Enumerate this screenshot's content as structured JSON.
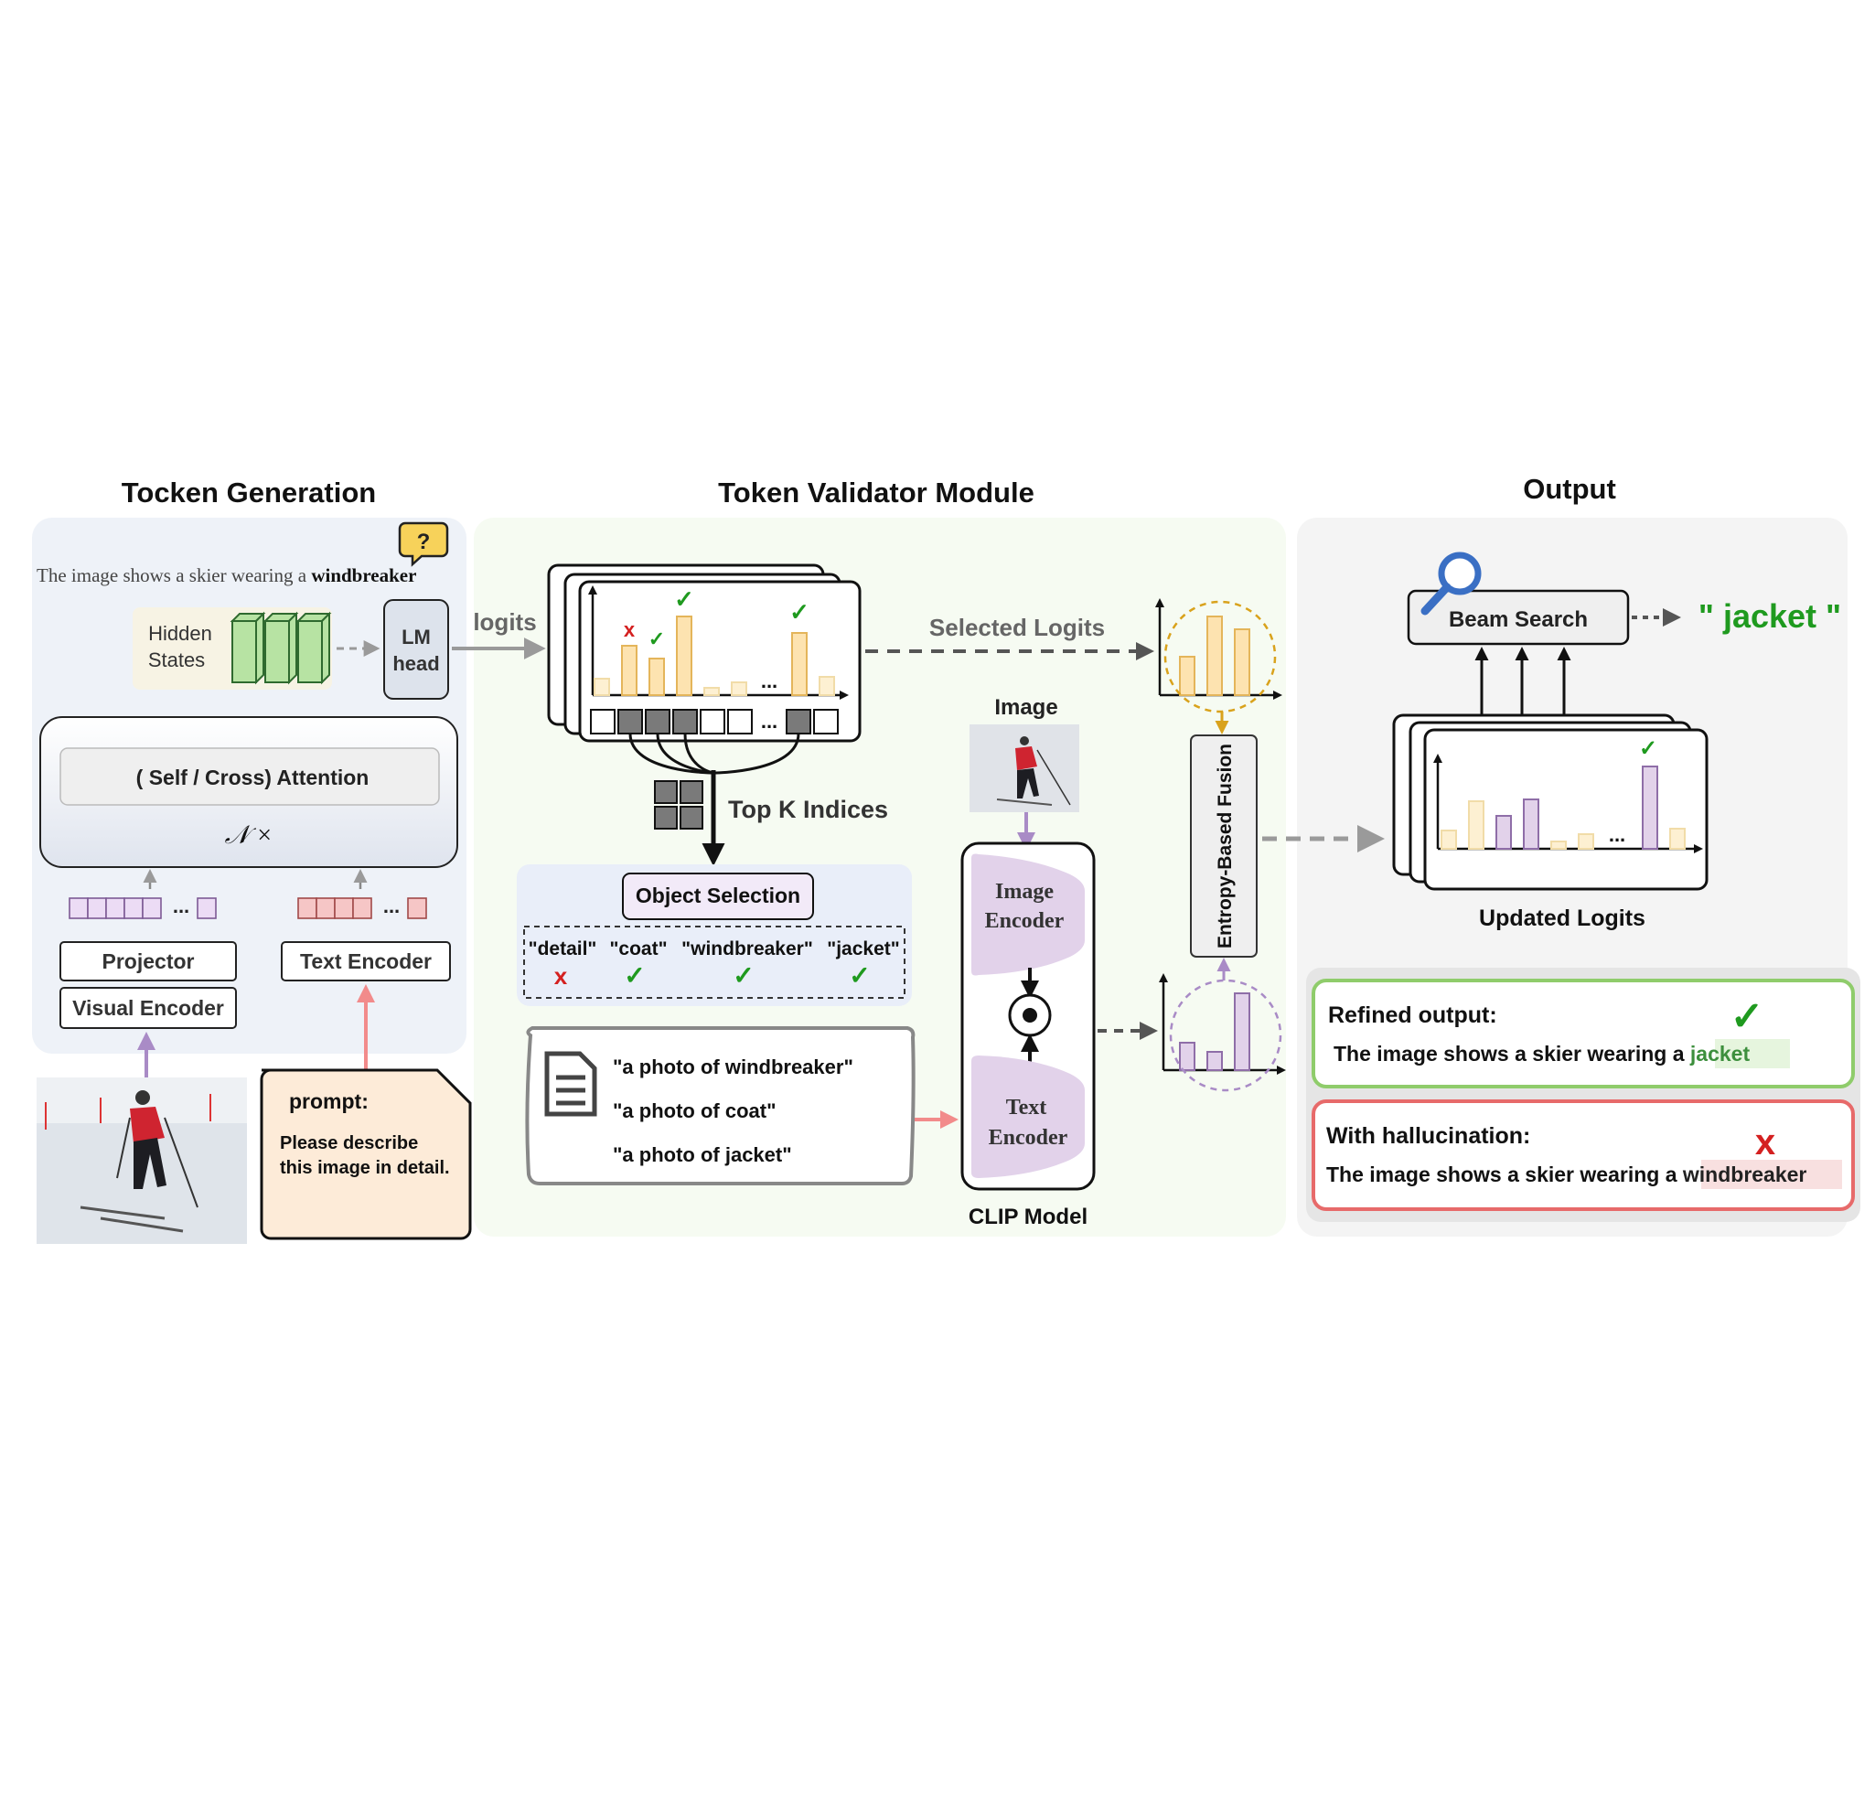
{
  "sections": {
    "token_generation": "Tocken Generation",
    "token_validator": "Token Validator Module",
    "output": "Output"
  },
  "generation": {
    "caption_prefix": "The image shows a skier wearing a",
    "caption_word": "windbreaker",
    "question_mark": "?",
    "hidden_states_line1": "Hidden",
    "hidden_states_line2": "States",
    "lm_head_line1": "LM",
    "lm_head_line2": "head",
    "attention_label": "( Self / Cross) Attention",
    "repeat_label": "𝒩 ×",
    "projector": "Projector",
    "visual_encoder": "Visual Encoder",
    "text_encoder": "Text Encoder",
    "prompt_title": "prompt:",
    "prompt_line1": "Please describe",
    "prompt_line2": "this image in detail.",
    "logits_label": "logits"
  },
  "validator": {
    "selected_logits": "Selected Logits",
    "top_k": "Top K Indices",
    "object_selection": "Object Selection",
    "candidates": [
      {
        "word": "\"detail\"",
        "status": "invalid"
      },
      {
        "word": "\"coat\"",
        "status": "valid"
      },
      {
        "word": "\"windbreaker\"",
        "status": "valid"
      },
      {
        "word": "\"jacket\"",
        "status": "valid"
      }
    ],
    "prompts": [
      "\"a photo of windbreaker\"",
      "\"a photo of coat\"",
      "\"a photo of jacket\""
    ],
    "image_label": "Image",
    "image_encoder_line1": "Image",
    "image_encoder_line2": "Encoder",
    "text_encoder_line1": "Text",
    "text_encoder_line2": "Encoder",
    "clip_model": "CLIP Model",
    "fusion": "Entropy-Based Fusion",
    "ellipsis": "..."
  },
  "output": {
    "beam_search": "Beam Search",
    "result": "\" jacket \"",
    "updated_logits": "Updated Logits",
    "refined_title": "Refined output:",
    "refined_prefix": "The image shows a skier wearing a",
    "refined_word": "jacket",
    "halluc_title": "With hallucination:",
    "halluc_prefix": "The image shows a skier wearing a",
    "halluc_word": "windbreaker",
    "check": "✓",
    "cross": "x"
  },
  "colors": {
    "panel_left": "#eef2f8",
    "panel_mid": "#f6fbf2",
    "panel_right": "#f4f4f4",
    "green": "#1f9a1f",
    "red": "#d42020",
    "orange_bar": "#fde3b0",
    "purple_bar": "#e2d2ea",
    "pink_arrow": "#f28b8b",
    "purple_arrow": "#a98bc6"
  }
}
